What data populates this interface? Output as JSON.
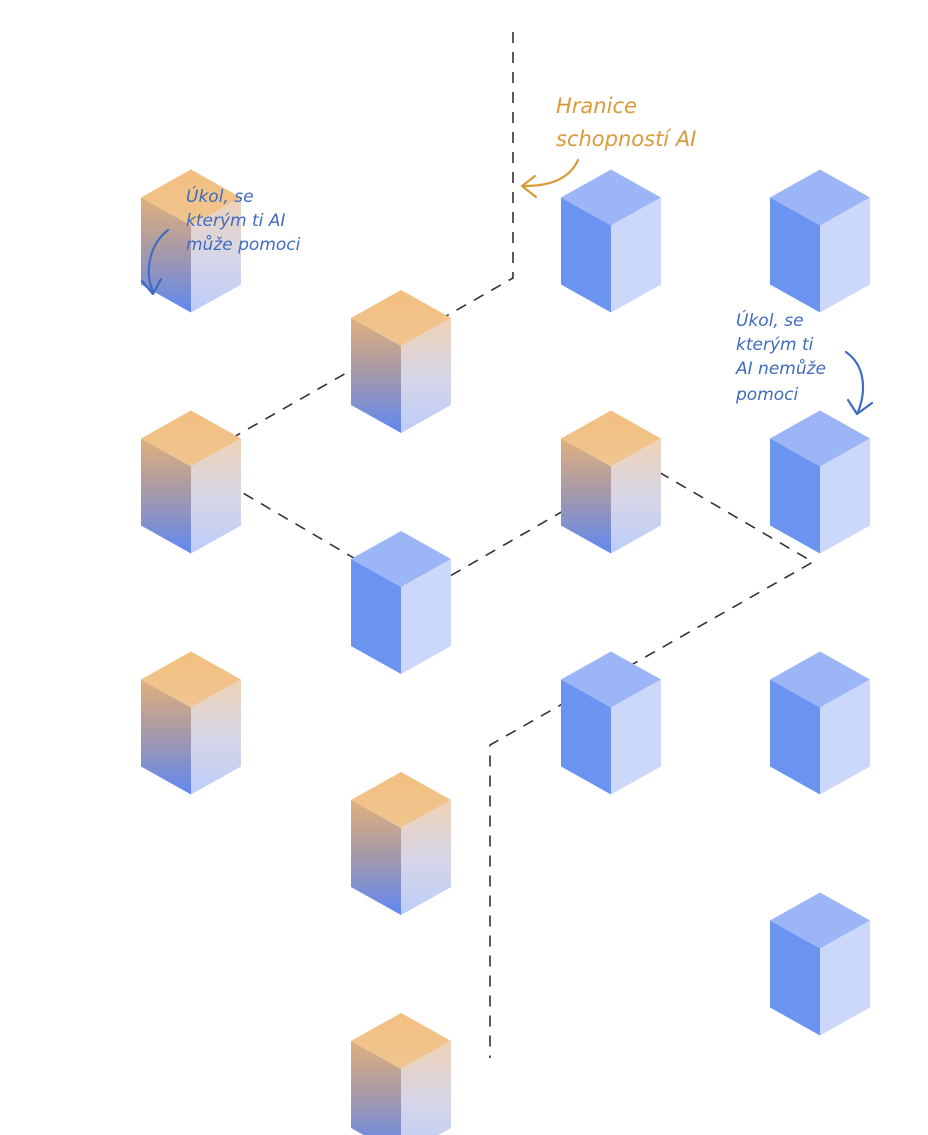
{
  "colors": {
    "orange": "#f1bf80",
    "blue_top": "#9cb5f7",
    "blue_left": "#6b93f0",
    "blue_right": "#cbd8fb",
    "boundary_label": "#d99a3b",
    "annotation": "#3f6cc0",
    "dashed_line": "#333333"
  },
  "labels": {
    "boundary": [
      "Hranice",
      "schopností AI"
    ],
    "can_help": [
      "Úkol, se",
      "kterým ti AI",
      "může pomoci"
    ],
    "cannot_help": [
      "Úkol, se",
      "kterým ti",
      "AI nemůže",
      "pomoci"
    ]
  },
  "cubes": [
    {
      "col": 1,
      "row": 1,
      "kind": "ai-can-help"
    },
    {
      "col": 2,
      "row": 0,
      "kind": "ai-cannot-help"
    },
    {
      "col": 3,
      "row": 0,
      "kind": "ai-cannot-help"
    },
    {
      "col": 0,
      "row": 0,
      "kind": "ai-can-help"
    },
    {
      "col": 1,
      "row": 3,
      "kind": "ai-cannot-help"
    },
    {
      "col": 3,
      "row": 2,
      "kind": "ai-cannot-help"
    },
    {
      "col": 0,
      "row": 2,
      "kind": "ai-can-help"
    },
    {
      "col": 2,
      "row": 2,
      "kind": "ai-can-help"
    },
    {
      "col": 1,
      "row": 5,
      "kind": "ai-can-help"
    },
    {
      "col": 3,
      "row": 4,
      "kind": "ai-cannot-help"
    },
    {
      "col": 0,
      "row": 4,
      "kind": "ai-can-help"
    },
    {
      "col": 2,
      "row": 4,
      "kind": "ai-cannot-help"
    },
    {
      "col": 1,
      "row": 7,
      "kind": "ai-can-help"
    },
    {
      "col": 3,
      "row": 6,
      "kind": "ai-cannot-help"
    }
  ]
}
